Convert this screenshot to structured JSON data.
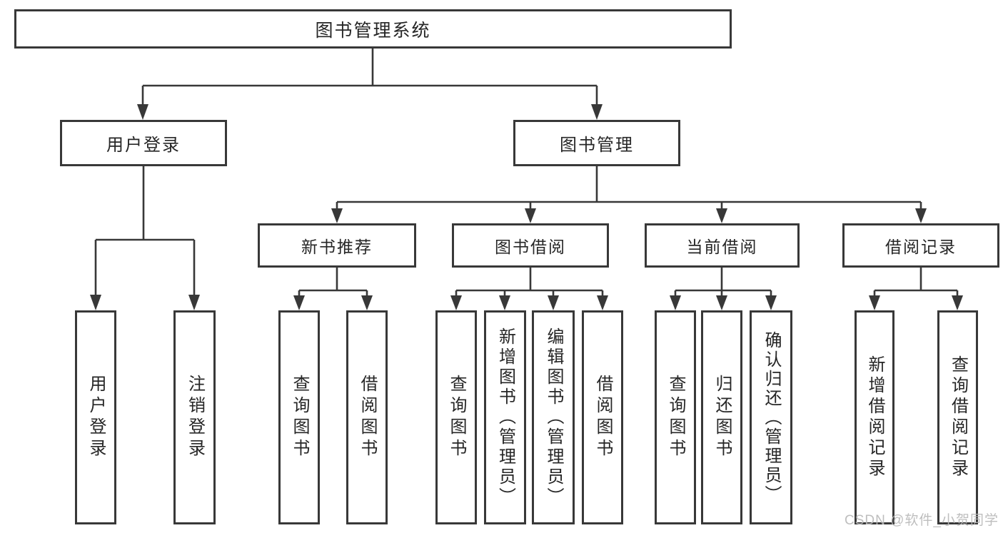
{
  "diagram": {
    "root": {
      "label": "图书管理系统"
    },
    "level2": {
      "user_login": {
        "label": "用户登录"
      },
      "book_mgmt": {
        "label": "图书管理"
      }
    },
    "level3": {
      "new_book_rec": {
        "label": "新书推荐"
      },
      "book_borrow": {
        "label": "图书借阅"
      },
      "current_borrow": {
        "label": "当前借阅"
      },
      "borrow_records": {
        "label": "借阅记录"
      }
    },
    "leaves": {
      "user_login": {
        "label": "用户登录"
      },
      "logout": {
        "label": "注销登录"
      },
      "query_book_rec": {
        "label": "查询图书"
      },
      "borrow_book_rec": {
        "label": "借阅图书"
      },
      "query_book_borrow": {
        "label": "查询图书"
      },
      "add_book_admin": {
        "label": "新增图书（管理员）"
      },
      "edit_book_admin": {
        "label": "编辑图书（管理员）"
      },
      "borrow_book_borrow": {
        "label": "借阅图书"
      },
      "query_book_current": {
        "label": "查询图书"
      },
      "return_book": {
        "label": "归还图书"
      },
      "confirm_return_admin": {
        "label": "确认归还（管理员）"
      },
      "add_borrow_record": {
        "label": "新增借阅记录"
      },
      "query_borrow_record": {
        "label": "查询借阅记录"
      }
    }
  },
  "watermark": {
    "label": "CSDN @软件_小贺同学"
  },
  "colors": {
    "line": "#383838",
    "text": "#262626",
    "background": "#ffffff",
    "watermark": "#b9b9b9"
  }
}
